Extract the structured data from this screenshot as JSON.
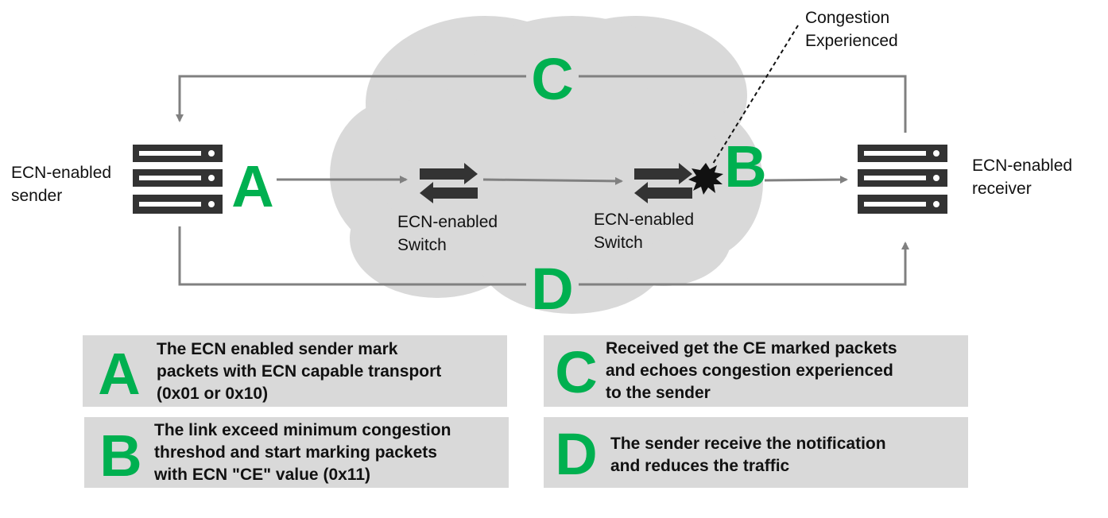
{
  "nodes": {
    "sender_label": [
      "ECN-enabled",
      "sender"
    ],
    "receiver_label": [
      "ECN-enabled",
      "receiver"
    ],
    "switch1_label": [
      "ECN-enabled",
      "Switch"
    ],
    "switch2_label": [
      "ECN-enabled",
      "Switch"
    ],
    "congestion_label": [
      "Congestion",
      "Experienced"
    ]
  },
  "diagram_letters": {
    "a": "A",
    "b": "B",
    "c": "C",
    "d": "D"
  },
  "notes": [
    {
      "letter": "A",
      "lines": [
        "The ECN enabled sender mark",
        "packets with ECN capable transport",
        "(0x01 or 0x10)"
      ]
    },
    {
      "letter": "B",
      "lines": [
        "The link exceed minimum congestion",
        "threshod and start marking packets",
        "with ECN \"CE\" value (0x11)"
      ]
    },
    {
      "letter": "C",
      "lines": [
        "Received get the CE marked packets",
        "and echoes congestion experienced",
        "to the sender"
      ]
    },
    {
      "letter": "D",
      "lines": [
        "The sender receive the notification",
        "and reduces the traffic"
      ]
    }
  ],
  "colors": {
    "accent_green": "#00b050",
    "cloud": "#d9d9d9",
    "box": "#d9d9d9",
    "server": "#333333",
    "arrow": "#808080"
  },
  "icons": [
    "server-icon",
    "switch-icon",
    "congestion-burst-icon",
    "arrow"
  ]
}
